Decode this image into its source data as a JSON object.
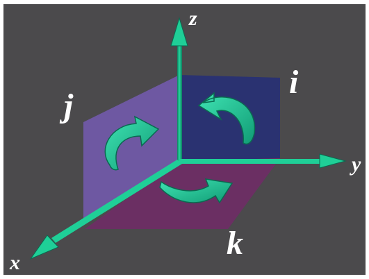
{
  "diagram": {
    "axes": {
      "x": "x",
      "y": "y",
      "z": "z"
    },
    "planes": {
      "i": "i",
      "j": "j",
      "k": "k"
    },
    "colors": {
      "background": "#4b4a4c",
      "axis": "#17c08e",
      "arrow": "#2ec39b",
      "plane_i": "#2a3271",
      "plane_j": "#6e58a2",
      "plane_k": "#6b2f63",
      "text": "#ffffff"
    }
  }
}
